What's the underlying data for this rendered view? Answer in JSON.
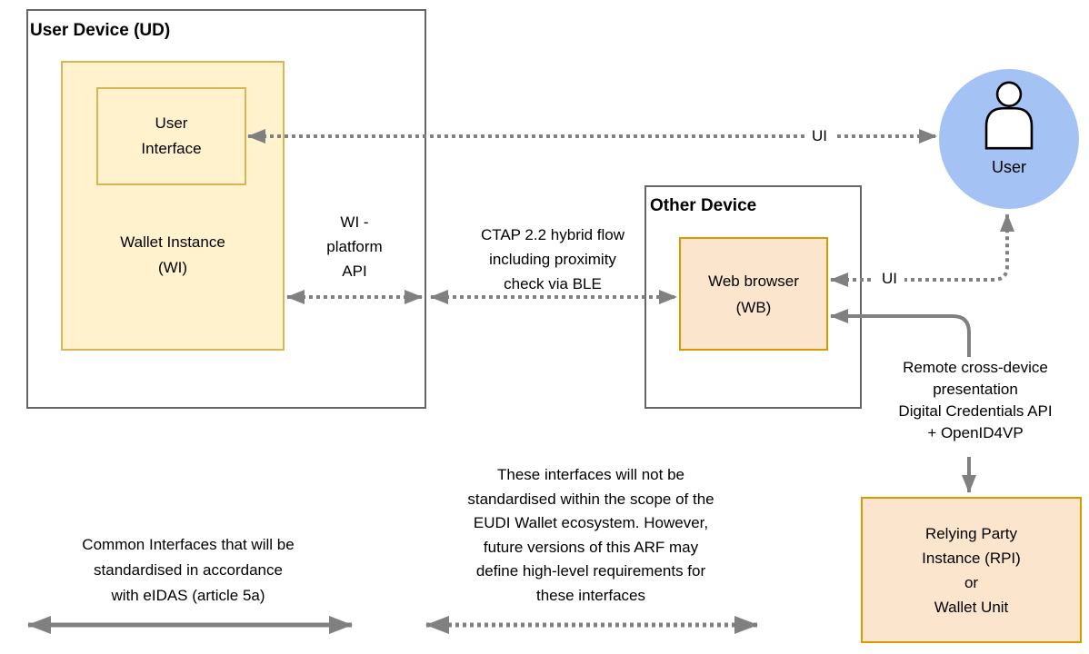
{
  "user_device": {
    "title": "User Device (UD)"
  },
  "wallet_instance": {
    "line1": "Wallet Instance",
    "line2": "(WI)"
  },
  "user_interface": {
    "line1": "User",
    "line2": "Interface"
  },
  "other_device": {
    "title": "Other Device"
  },
  "web_browser": {
    "line1": "Web browser",
    "line2": "(WB)"
  },
  "user": {
    "label": "User"
  },
  "relying_party": {
    "line1": "Relying Party",
    "line2": "Instance (RPI)",
    "line3": "or",
    "line4": "Wallet Unit"
  },
  "arrow_labels": {
    "ui_user_device": "UI",
    "ui_other_device": "UI",
    "wi_platform": {
      "line1": "WI -",
      "line2": "platform",
      "line3": "API"
    },
    "ctap": {
      "line1": "CTAP 2.2 hybrid flow",
      "line2": "including proximity",
      "line3": "check via BLE"
    },
    "remote": {
      "line1": "Remote cross-device",
      "line2": "presentation",
      "line3": "Digital Credentials API",
      "line4": "+ OpenID4VP"
    }
  },
  "notes": {
    "common": {
      "line1": "Common Interfaces that will be",
      "line2": "standardised in accordance",
      "line3": "with eIDAS (article 5a)"
    },
    "scope": {
      "line1": "These interfaces will not be",
      "line2": "standardised within the scope of the",
      "line3": "EUDI Wallet ecosystem. However,",
      "line4": "future versions of this ARF may",
      "line5": "define high-level requirements for",
      "line6": "these interfaces"
    }
  },
  "colors": {
    "yellow_fill": "#FFF2CC",
    "yellow_border": "#D6B656",
    "orange_fill": "#FCE5CD",
    "orange_border": "#D79B00",
    "blue_fill": "#A4C2F4",
    "device_border": "#666666",
    "arrow_gray": "#808080"
  }
}
